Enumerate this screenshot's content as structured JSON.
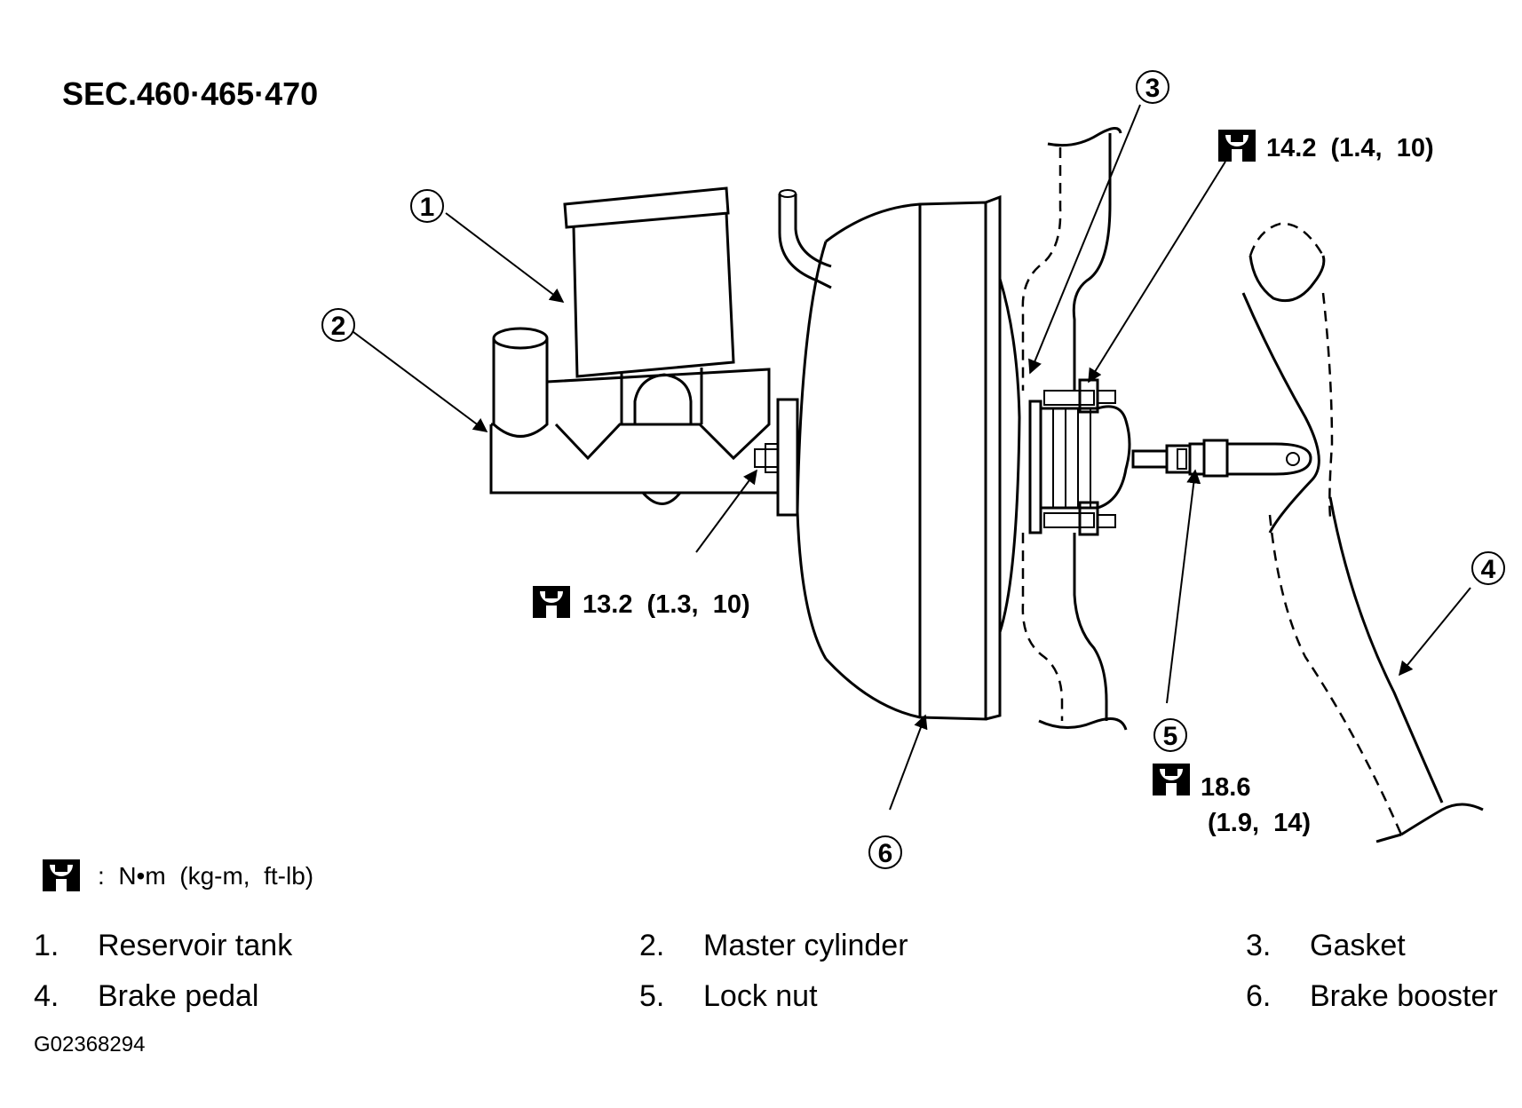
{
  "section_code": "SEC.460·465·470",
  "callouts": {
    "c1": "1",
    "c2": "2",
    "c3": "3",
    "c4": "4",
    "c5": "5",
    "c6": "6"
  },
  "torque_specs": {
    "master_cylinder_nut": "13.2  (1.3,  10)",
    "booster_nut": "14.2  (1.4,  10)",
    "lock_nut_line1": "18.6",
    "lock_nut_line2": "(1.9,  14)"
  },
  "torque_unit_legend": ":  N•m  (kg-m,  ft-lb)",
  "parts_legend": [
    {
      "num": "1.",
      "name": "Reservoir tank"
    },
    {
      "num": "2.",
      "name": "Master cylinder"
    },
    {
      "num": "3.",
      "name": "Gasket"
    },
    {
      "num": "4.",
      "name": "Brake pedal"
    },
    {
      "num": "5.",
      "name": "Lock nut"
    },
    {
      "num": "6.",
      "name": "Brake booster"
    }
  ],
  "figure_id": "G02368294",
  "icons": {
    "torque": "torque-wrench-icon"
  }
}
